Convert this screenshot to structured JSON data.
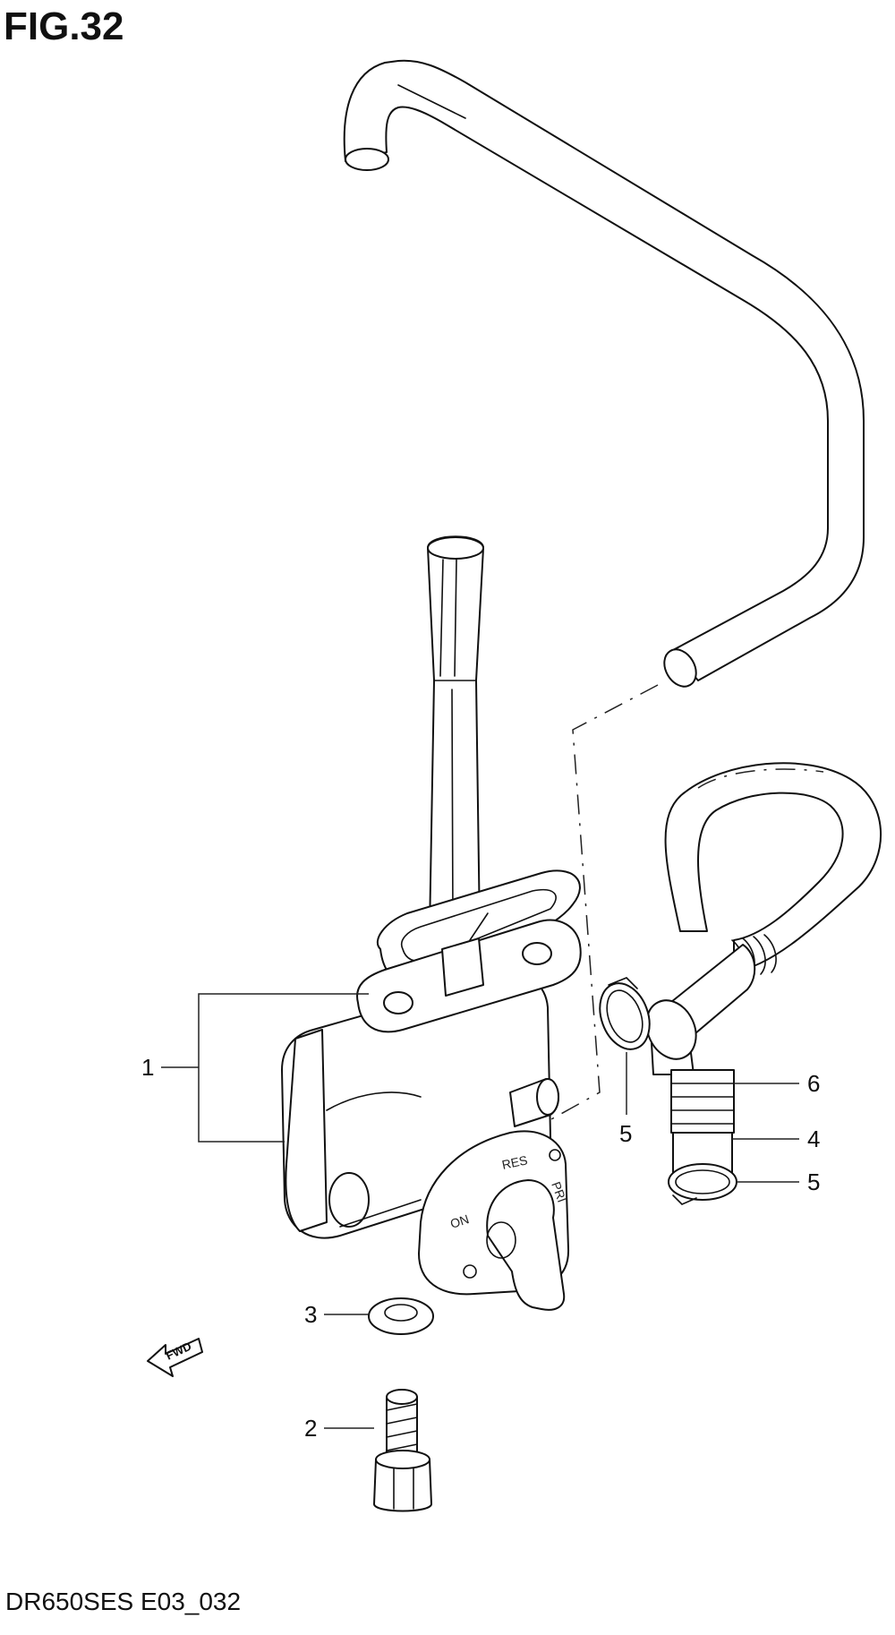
{
  "figure": {
    "title": "FIG.32"
  },
  "diagram_code": "DR650SES E03_032",
  "direction_marker": {
    "icon": "fwd-arrow-icon",
    "label": "FWD"
  },
  "cock_lever_markings": {
    "on": "ON",
    "res": "RES",
    "pri": "PRI"
  },
  "callouts": [
    {
      "number": "1",
      "part": "fuel-cock-assembly"
    },
    {
      "number": "2",
      "part": "bolt"
    },
    {
      "number": "3",
      "part": "washer"
    },
    {
      "number": "4",
      "part": "fuel-hose"
    },
    {
      "number": "5",
      "part": "hose-clamp-left"
    },
    {
      "number": "5",
      "part": "hose-clamp-right"
    },
    {
      "number": "6",
      "part": "hose-fitting"
    }
  ]
}
